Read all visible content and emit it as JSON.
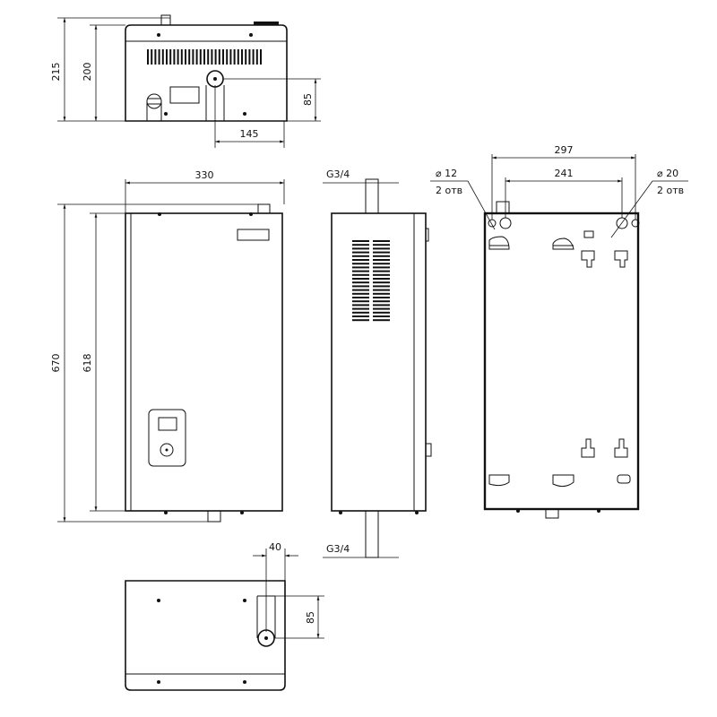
{
  "title": "Boiler dimensional drawing",
  "colors": {
    "line": "#111111",
    "background": "#ffffff"
  },
  "views": {
    "top": {
      "dim_total_height": "215",
      "dim_body_height": "200",
      "dim_pipe_height": "85",
      "dim_pipe_offset": "145"
    },
    "front": {
      "dim_width": "330",
      "dim_total_height": "670",
      "dim_body_height": "618"
    },
    "side": {
      "pipe_top_thread": "G3/4",
      "pipe_bottom_thread": "G3/4"
    },
    "back": {
      "dim_outer_holes": "297",
      "dim_inner_holes": "241",
      "small_hole_dia": "⌀ 12",
      "small_hole_count": "2 отв",
      "large_hole_dia": "⌀ 20",
      "large_hole_count": "2 отв"
    },
    "bottom": {
      "dim_pipe_width": "40",
      "dim_pipe_depth": "85"
    }
  }
}
